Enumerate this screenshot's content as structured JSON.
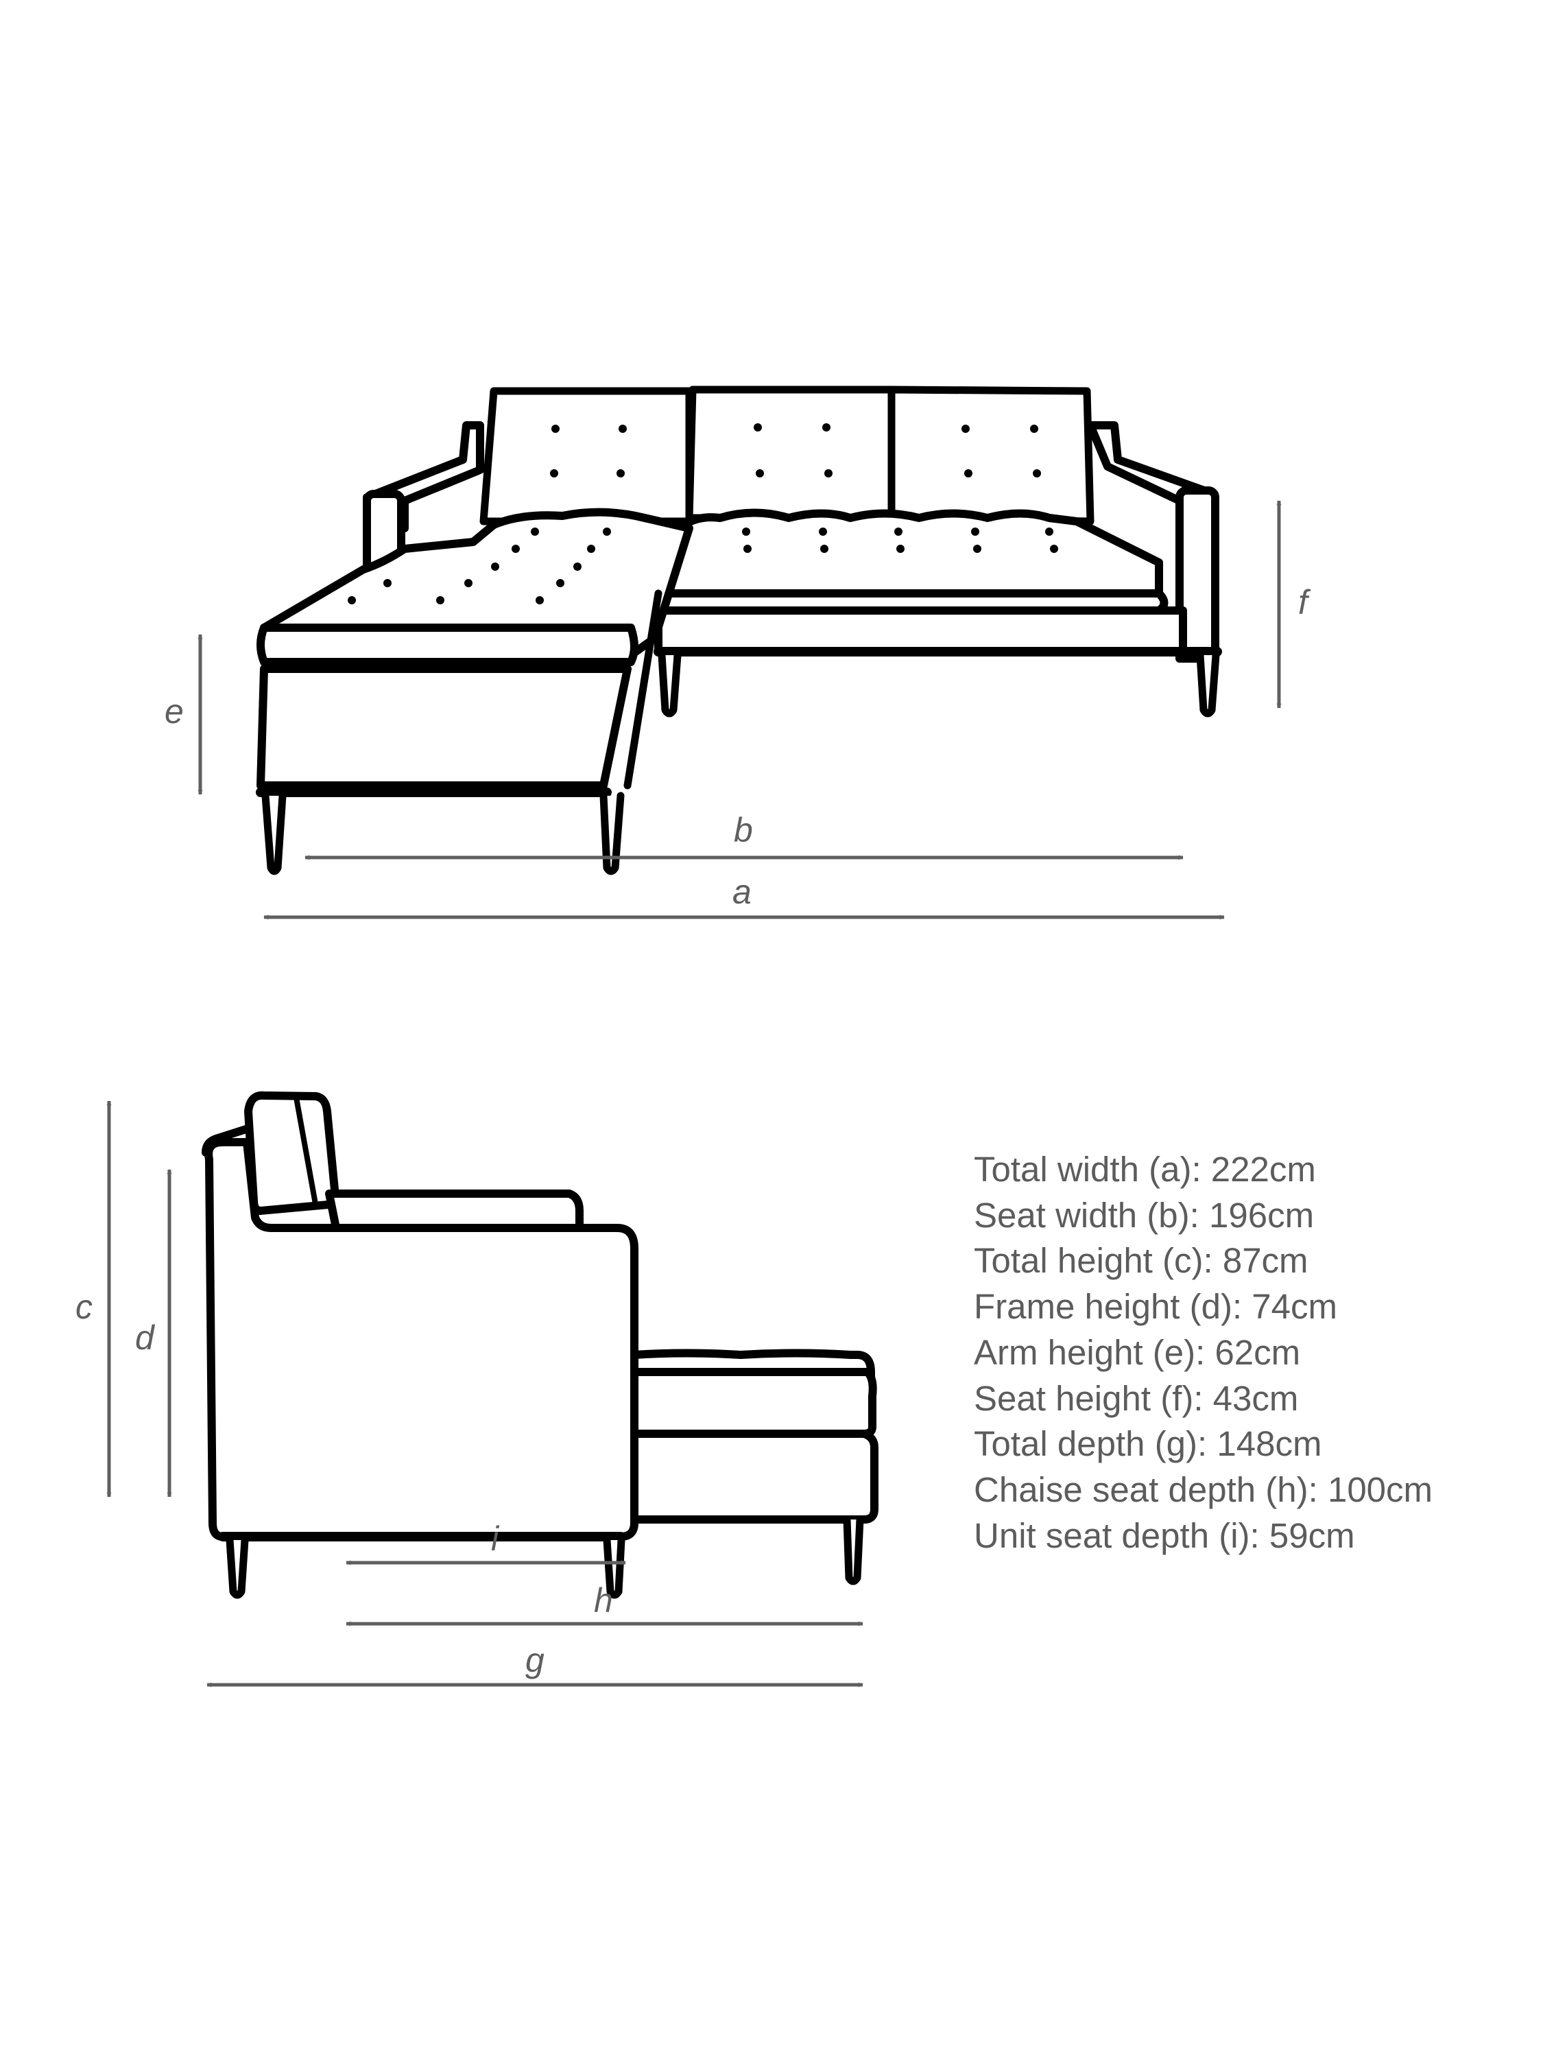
{
  "diagram": {
    "front_view": {
      "dimension_labels": {
        "a": "a",
        "b": "b",
        "e": "e",
        "f": "f"
      }
    },
    "side_view": {
      "dimension_labels": {
        "c": "c",
        "d": "d",
        "g": "g",
        "h": "h",
        "i": "i"
      }
    },
    "colors": {
      "outline": "#000000",
      "dimension": "#5f5f5f",
      "text": "#5c5c5c",
      "background": "#ffffff"
    }
  },
  "specs": [
    "Total width (a): 222cm",
    "Seat width (b): 196cm",
    "Total height (c): 87cm",
    "Frame height (d): 74cm",
    "Arm height (e): 62cm",
    "Seat height (f): 43cm",
    "Total depth (g): 148cm",
    "Chaise seat depth (h): 100cm",
    "Unit seat depth (i): 59cm"
  ]
}
